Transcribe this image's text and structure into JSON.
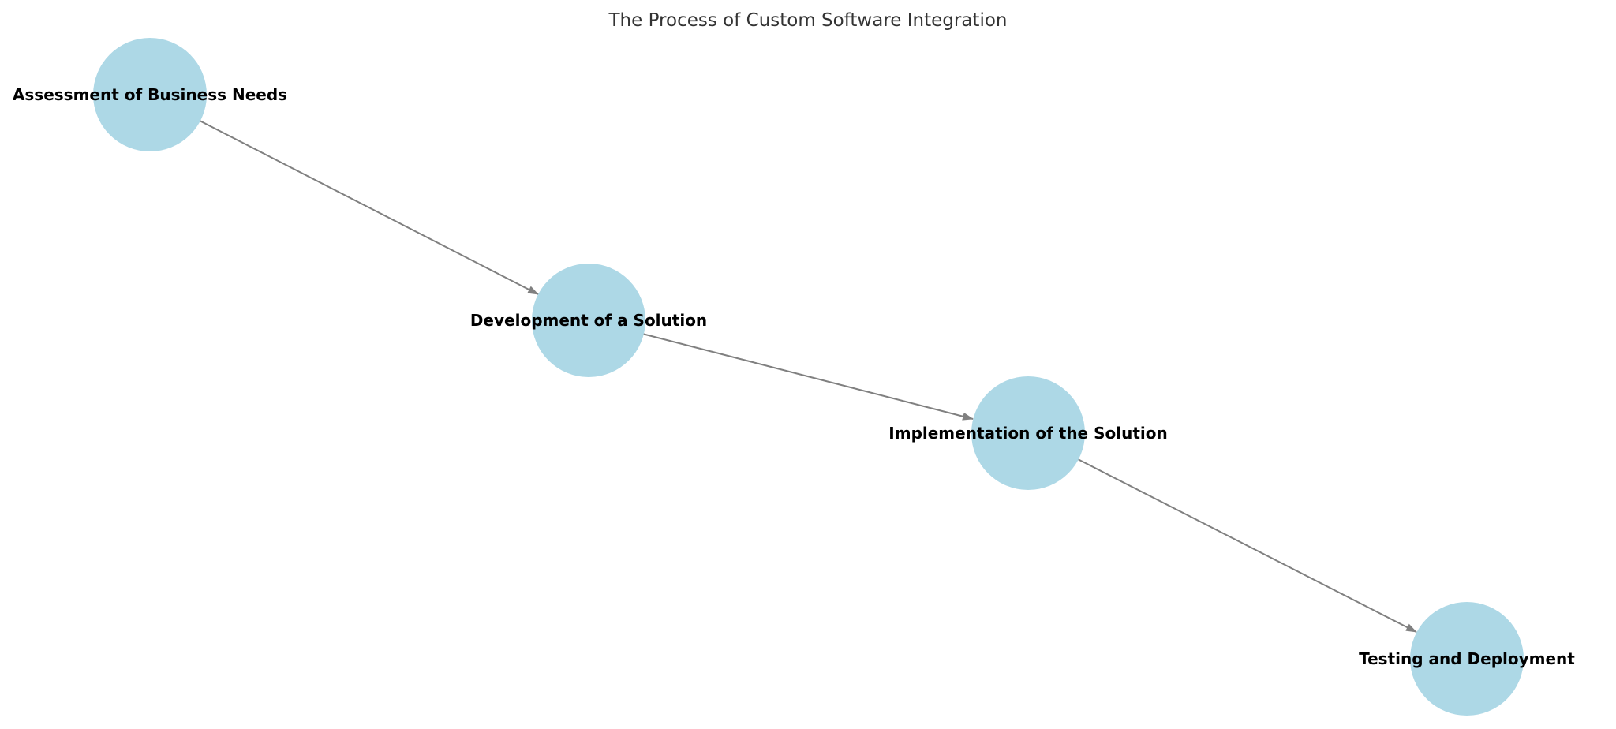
{
  "title": "The Process of Custom Software Integration",
  "colors": {
    "node_fill": "#add8e6",
    "edge": "#808080",
    "label": "#000000",
    "title": "#333333"
  },
  "nodes": [
    {
      "id": "assessment",
      "label": "Assessment of Business Needs"
    },
    {
      "id": "development",
      "label": "Development of a Solution"
    },
    {
      "id": "implementation",
      "label": "Implementation of the Solution"
    },
    {
      "id": "testing",
      "label": "Testing and Deployment"
    }
  ],
  "edges": [
    {
      "from": "assessment",
      "to": "development"
    },
    {
      "from": "development",
      "to": "implementation"
    },
    {
      "from": "implementation",
      "to": "testing"
    }
  ]
}
